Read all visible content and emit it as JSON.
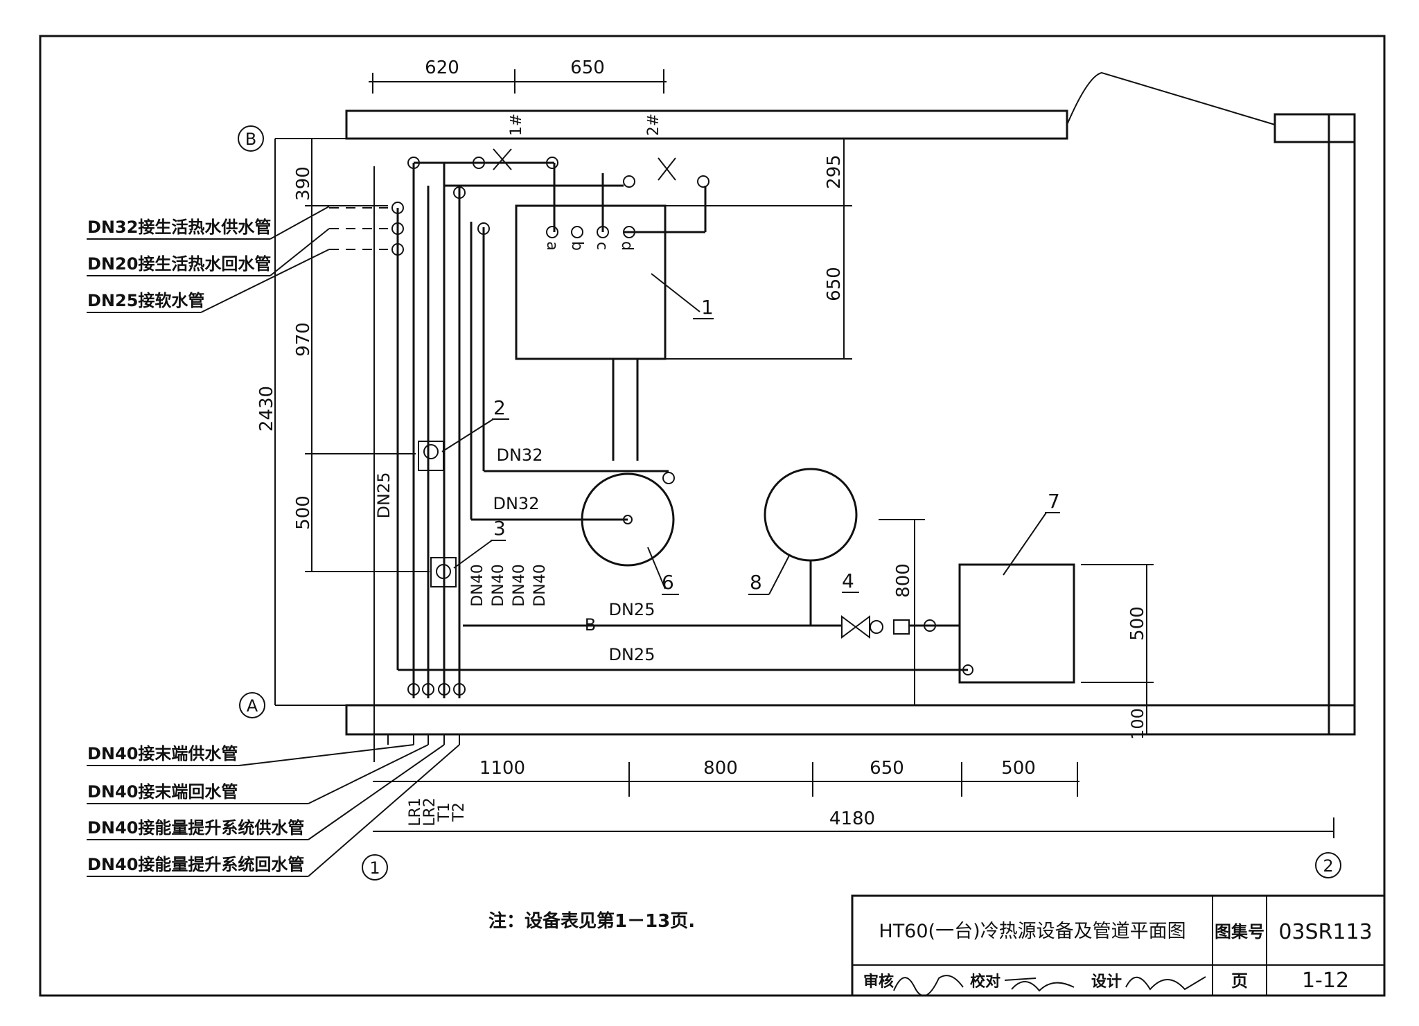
{
  "axes": {
    "row_B": "B",
    "row_A": "A",
    "col_1": "1",
    "col_2": "2"
  },
  "dimensions": {
    "top_1": "620",
    "top_2": "650",
    "left_1": "390",
    "left_2": "970",
    "left_3": "500",
    "left_total": "2430",
    "right_1": "295",
    "right_2": "650",
    "right_3": "500",
    "right_4": "100",
    "right_800": "800",
    "bottom_1": "1100",
    "bottom_2": "800",
    "bottom_3": "650",
    "bottom_4": "500",
    "bottom_total": "4180"
  },
  "pipe_labels": {
    "dn32_a": "DN32",
    "dn32_b": "DN32",
    "dn25_vertical": "DN25",
    "dn25_a": "DN25",
    "dn25_b": "DN25",
    "dn40": [
      "DN40",
      "DN40",
      "DN40",
      "DN40"
    ],
    "line_b": "B",
    "unit_1": "1#",
    "unit_2": "2#",
    "conn": [
      "a",
      "b",
      "c",
      "d"
    ],
    "pipe_codes": [
      "LR1",
      "LR2",
      "T1",
      "T2"
    ]
  },
  "callouts_left": [
    "DN32接生活热水供水管",
    "DN20接生活热水回水管",
    "DN25接软水管"
  ],
  "callouts_bottom": [
    "DN40接末端供水管",
    "DN40接末端回水管",
    "DN40接能量提升系统供水管",
    "DN40接能量提升系统回水管"
  ],
  "equipment_numbers": [
    "1",
    "2",
    "3",
    "4",
    "6",
    "7",
    "8"
  ],
  "note": "注：设备表见第1－13页.",
  "title_block": {
    "title": "HT60(一台)冷热源设备及管道平面图",
    "atlas_label": "图集号",
    "atlas_no": "03SR113",
    "review_label": "审核",
    "check_label": "校对",
    "design_label": "设计",
    "page_label": "页",
    "page_no": "1-12"
  }
}
